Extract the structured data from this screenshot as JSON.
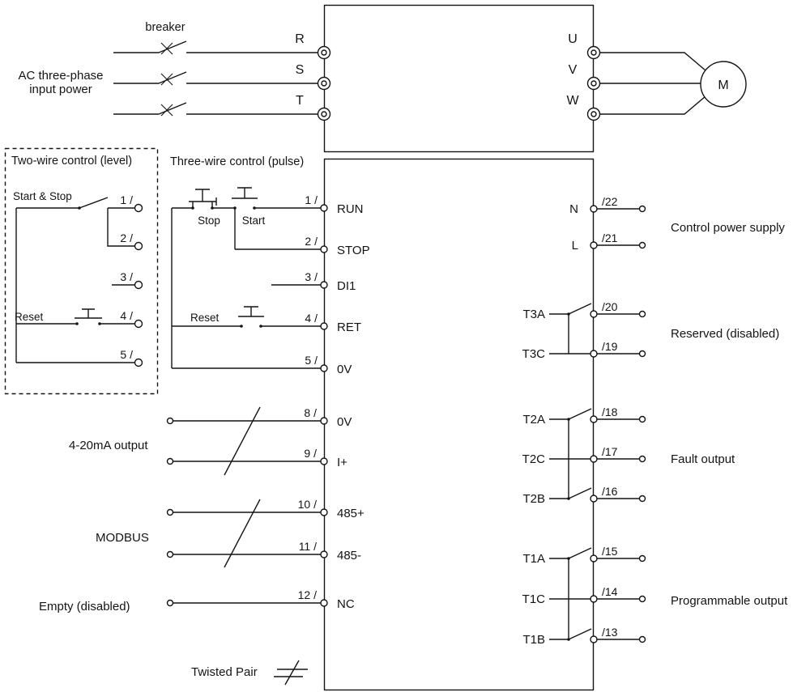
{
  "power": {
    "breaker_label": "breaker",
    "input_label_1": "AC three-phase",
    "input_label_2": "input power",
    "input_phases": [
      "R",
      "S",
      "T"
    ],
    "output_phases": [
      "U",
      "V",
      "W"
    ],
    "motor": "M"
  },
  "two_wire": {
    "title": "Two-wire control (level)",
    "start_stop": "Start & Stop",
    "reset": "Reset",
    "terminals": [
      "1 /",
      "2 /",
      "3 /",
      "4 /",
      "5 /"
    ]
  },
  "three_wire": {
    "title": "Three-wire control (pulse)",
    "stop": "Stop",
    "start": "Start",
    "reset": "Reset",
    "terminals": [
      "1 /",
      "2 /",
      "3 /",
      "4 /",
      "5 /"
    ]
  },
  "device": {
    "left_terminals": [
      "RUN",
      "STOP",
      "DI1",
      "RET",
      "0V",
      "0V",
      "I+",
      "485+",
      "485-",
      "NC"
    ]
  },
  "analog": {
    "label": "4-20mA output",
    "nums": [
      "8 /",
      "9 /"
    ]
  },
  "modbus": {
    "label": "MODBUS",
    "nums": [
      "10 /",
      "11 /"
    ]
  },
  "empty": {
    "label": "Empty (disabled)",
    "num": "12 /"
  },
  "legend": {
    "twisted_pair": "Twisted Pair"
  },
  "right": {
    "groups": [
      {
        "label": "Control power supply",
        "rows": [
          {
            "name": "N",
            "term": "/22"
          },
          {
            "name": "L",
            "term": "/21"
          }
        ]
      },
      {
        "label": "Reserved (disabled)",
        "rows": [
          {
            "name": "T3A",
            "term": "/20"
          },
          {
            "name": "T3C",
            "term": "/19"
          }
        ]
      },
      {
        "label": "Fault output",
        "rows": [
          {
            "name": "T2A",
            "term": "/18"
          },
          {
            "name": "T2C",
            "term": "/17"
          },
          {
            "name": "T2B",
            "term": "/16"
          }
        ]
      },
      {
        "label": "Programmable output",
        "rows": [
          {
            "name": "T1A",
            "term": "/15"
          },
          {
            "name": "T1C",
            "term": "/14"
          },
          {
            "name": "T1B",
            "term": "/13"
          }
        ]
      }
    ]
  }
}
